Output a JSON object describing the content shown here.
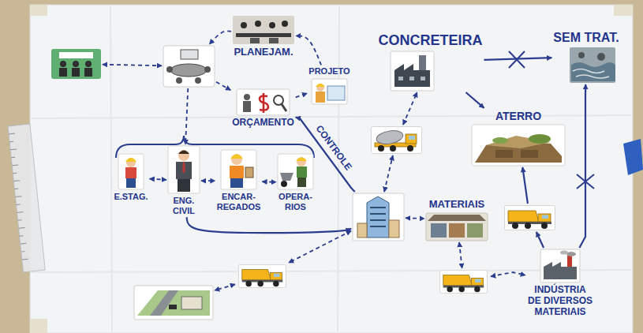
{
  "diagram": {
    "nodes": [
      {
        "text": []
      },
      {
        "text": []
      },
      {
        "text": [
          "PLANEJAM."
        ]
      },
      {
        "text": [
          "PROJETO"
        ]
      },
      {
        "text": [
          "ORÇAMENTO"
        ]
      },
      {
        "text": [
          "CONCRETEIRA"
        ]
      },
      {
        "text": [
          "SEM TRAT."
        ]
      },
      {
        "text": []
      },
      {
        "text": [
          "ATERRO"
        ]
      },
      {
        "text": [
          "E.STAG."
        ]
      },
      {
        "text": [
          "ENG. CIVIL"
        ]
      },
      {
        "text": [
          "ENCAR- REGADOS"
        ]
      },
      {
        "text": [
          "OPERA- RIOS"
        ]
      },
      {
        "text": []
      },
      {
        "text": [
          "MATERIAIS"
        ]
      },
      {
        "text": []
      },
      {
        "text": []
      },
      {
        "text": [
          "INDÚSTRIA DE DIVERSOS MATERIAIS"
        ]
      },
      {
        "text": []
      },
      {
        "text": []
      }
    ],
    "edges": [
      {
        "from": 0,
        "to": 1,
        "arrow": "both"
      },
      {
        "from": 2,
        "to": 1,
        "arrow": "to"
      },
      {
        "from": 3,
        "to": 2,
        "arrow": "to"
      },
      {
        "from": 1,
        "to": 4,
        "arrow": "to"
      },
      {
        "from": 4,
        "to": 3,
        "arrow": "to"
      },
      {
        "from": 1,
        "to": 10,
        "arrow": "to"
      },
      {
        "from": 9,
        "to": 10,
        "arrow": "both"
      },
      {
        "from": 10,
        "to": 11,
        "arrow": "both"
      },
      {
        "from": 11,
        "to": 12,
        "arrow": "both"
      },
      {
        "from": 10,
        "to": 13,
        "arrow": "to"
      },
      {
        "from": 13,
        "to": 4,
        "arrow": "to",
        "label": "CONTROLE"
      },
      {
        "from": 5,
        "to": 6,
        "arrow": "to"
      },
      {
        "from": 5,
        "to": 8,
        "arrow": "to"
      },
      {
        "from": 7,
        "to": 5,
        "arrow": "both"
      },
      {
        "from": 13,
        "to": 7,
        "arrow": "both"
      },
      {
        "from": 13,
        "to": 14,
        "arrow": "both"
      },
      {
        "from": 14,
        "to": 16,
        "arrow": "both"
      },
      {
        "from": 16,
        "to": 17,
        "arrow": "both"
      },
      {
        "from": 17,
        "to": 15,
        "arrow": "to"
      },
      {
        "from": 15,
        "to": 8,
        "arrow": "to"
      },
      {
        "from": 17,
        "to": 6,
        "arrow": "to"
      },
      {
        "from": 13,
        "to": 18,
        "arrow": "both"
      },
      {
        "from": 18,
        "to": 19,
        "arrow": "both"
      }
    ]
  }
}
